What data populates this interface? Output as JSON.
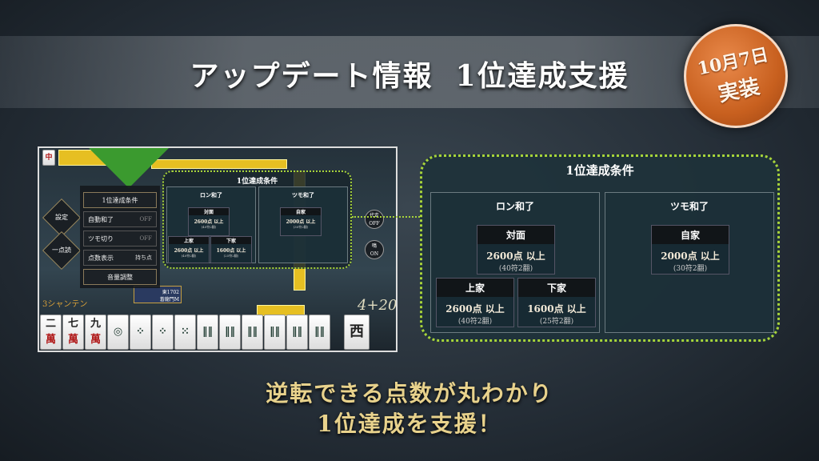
{
  "header": {
    "title": "アップデート情報",
    "subtitle": "1位達成支援"
  },
  "badge": {
    "date": "10月7日",
    "label": "実装"
  },
  "game": {
    "menu": {
      "items": [
        {
          "label": "1位達成条件",
          "value": ""
        },
        {
          "label": "自動和了",
          "value": "OFF"
        },
        {
          "label": "ツモ切り",
          "value": "OFF"
        },
        {
          "label": "点数表示",
          "value": "持ち点"
        },
        {
          "label": "音量調整",
          "value": ""
        }
      ]
    },
    "side_buttons": {
      "settings": "設定",
      "ippatsu": "一点読"
    },
    "right_buttons": {
      "auto": "代走",
      "auto_state": "OFF",
      "voice": "鳴",
      "voice_state": "ON"
    },
    "shanten": "3シャンテン",
    "player": {
      "score": "東1702",
      "name": "蒼龍門M"
    },
    "dora_count": "4+20",
    "hand": [
      [
        "二",
        "萬"
      ],
      [
        "七",
        "萬"
      ],
      [
        "九",
        "萬"
      ],
      [
        "◎",
        ""
      ],
      [
        "⁘",
        ""
      ],
      [
        "⁘",
        ""
      ],
      [
        "⁙",
        ""
      ],
      [
        "‖‖",
        ""
      ],
      [
        "‖‖",
        ""
      ],
      [
        "‖‖",
        ""
      ],
      [
        "‖‖",
        ""
      ],
      [
        "‖‖",
        ""
      ],
      [
        "‖‖",
        ""
      ]
    ],
    "drawn_tile": "西",
    "indicator_tile": "中"
  },
  "conditions": {
    "title": "1位達成条件",
    "ron": {
      "label": "ロン和了",
      "toimen": {
        "label": "対面",
        "points": "2600点 以上",
        "fu": "(40符2翻)"
      },
      "kamicha": {
        "label": "上家",
        "points": "2600点 以上",
        "fu": "(40符2翻)"
      },
      "shimocha": {
        "label": "下家",
        "points": "1600点 以上",
        "fu": "(25符2翻)"
      }
    },
    "tsumo": {
      "label": "ツモ和了",
      "jicha": {
        "label": "自家",
        "points": "2000点 以上",
        "fu": "(30符2翻)"
      }
    }
  },
  "footer": {
    "line1": "逆転できる点数が丸わかり",
    "line2": "1位達成を支援！"
  },
  "colors": {
    "accent": "#a8d43a",
    "badge": "#c8601f",
    "gold": "#e8d28c"
  }
}
